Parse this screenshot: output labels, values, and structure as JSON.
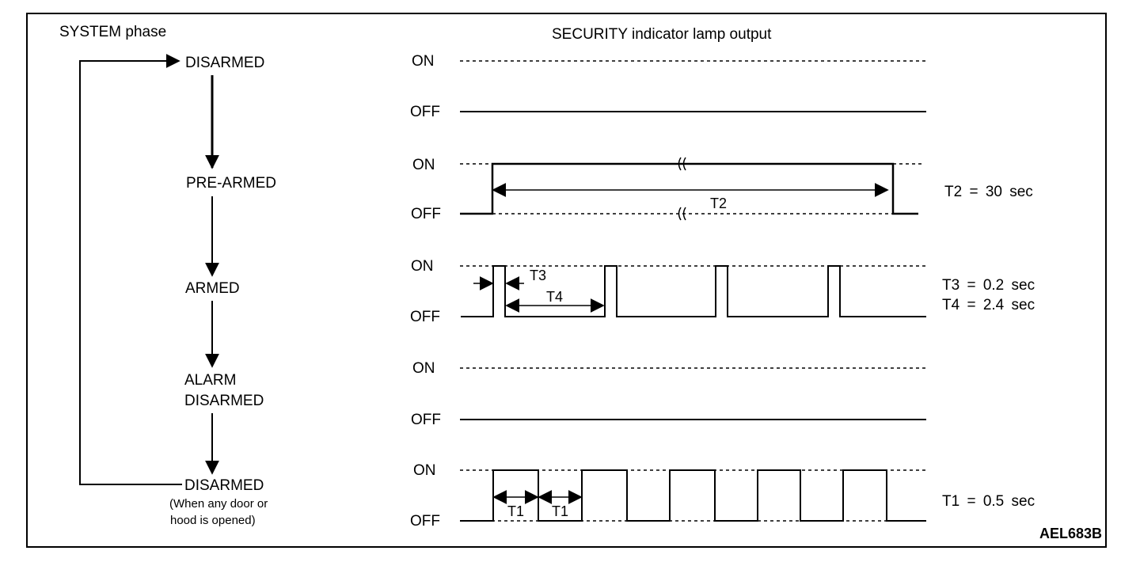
{
  "headers": {
    "system_phase": "SYSTEM phase",
    "lamp_output": "SECURITY indicator lamp output"
  },
  "phases": {
    "disarmed_1": "DISARMED",
    "pre_armed": "PRE-ARMED",
    "armed": "ARMED",
    "alarm_disarmed_line1": "ALARM",
    "alarm_disarmed_line2": "DISARMED",
    "disarmed_2": "DISARMED",
    "disarmed_2_note_line1": "(When any door or",
    "disarmed_2_note_line2": "hood is opened)"
  },
  "levels": {
    "on": "ON",
    "off": "OFF"
  },
  "timing_labels": {
    "t1": "T1",
    "t2": "T2",
    "t3": "T3",
    "t4": "T4"
  },
  "timing_values": {
    "t2": "T2 = 30 sec",
    "t3": "T3 = 0.2 sec",
    "t4": "T4 = 2.4 sec",
    "t1": "T1 = 0.5 sec"
  },
  "figure_id": "AEL683B"
}
